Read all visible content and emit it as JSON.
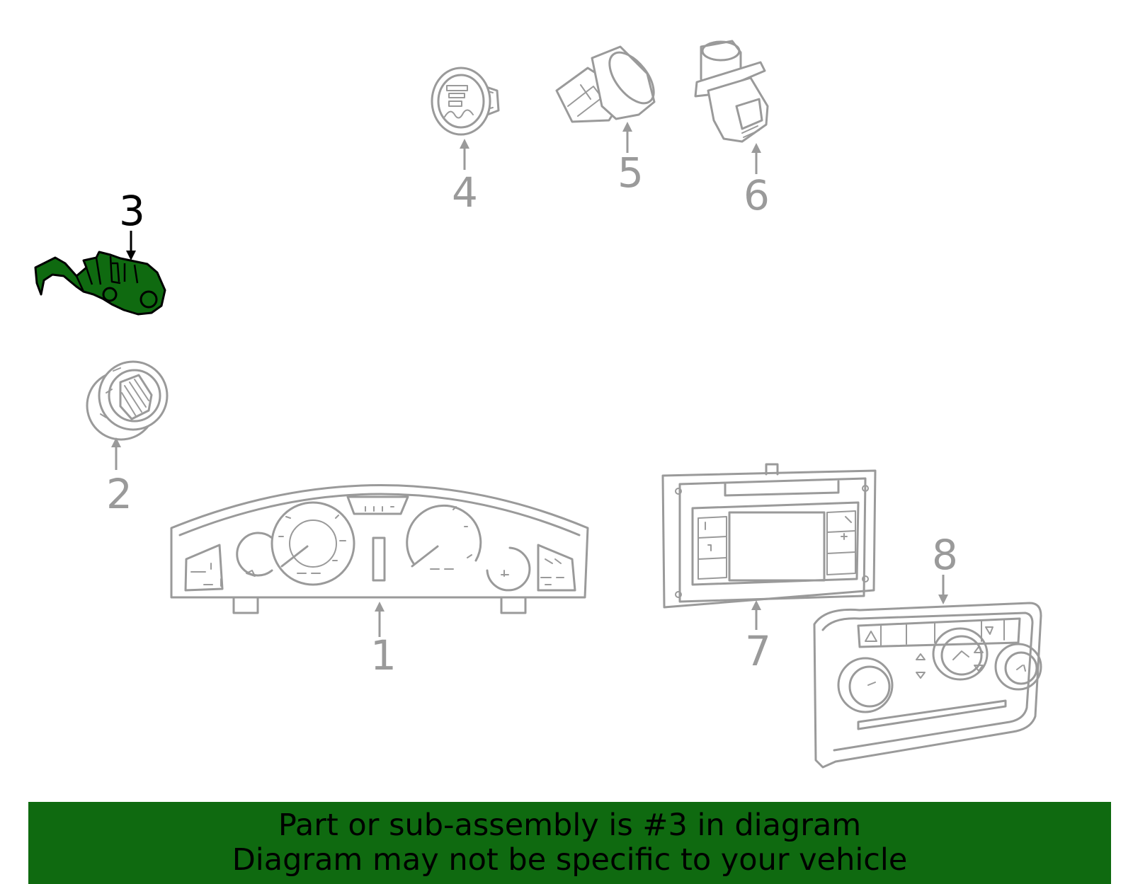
{
  "callouts": [
    {
      "id": "1",
      "label": "1"
    },
    {
      "id": "2",
      "label": "2"
    },
    {
      "id": "3",
      "label": "3"
    },
    {
      "id": "4",
      "label": "4"
    },
    {
      "id": "5",
      "label": "5"
    },
    {
      "id": "6",
      "label": "6"
    },
    {
      "id": "7",
      "label": "7"
    },
    {
      "id": "8",
      "label": "8"
    }
  ],
  "highlighted_part": "3",
  "colors": {
    "highlight_fill": "#0f6a10",
    "line_gray": "#9a9a9a",
    "banner_bg": "#0f6a10"
  },
  "banner": {
    "line1": "Part or sub-assembly is #3 in diagram",
    "line2": "Diagram may not be specific to your vehicle"
  }
}
